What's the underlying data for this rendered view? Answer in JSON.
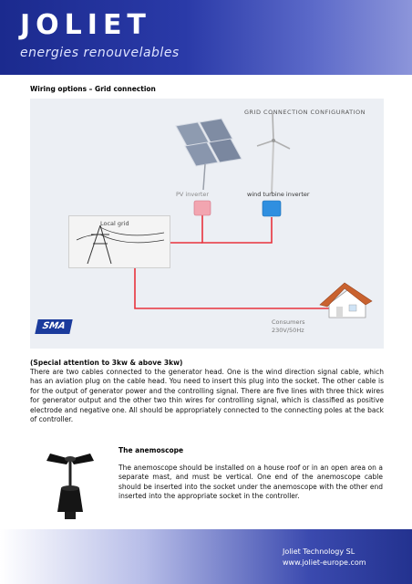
{
  "header": {
    "logo_text": "JOLIET",
    "logo_subtitle": "energies renouvelables"
  },
  "section": {
    "title": "Wiring options – Grid connection"
  },
  "diagram": {
    "title": "GRID CONNECTION CONFIGURATION",
    "pv_inverter": "PV inverter",
    "wind_inverter": "wind turbine inverter",
    "local_grid": "Local grid",
    "consumers": "Consumers",
    "voltage": "230V/50Hz",
    "brand": "SMA",
    "colors": {
      "line_red": "#e8323c",
      "inverter_blue": "#2f8fe0",
      "inverter_pink": "#f2a5b0",
      "roof": "#c9622f"
    }
  },
  "special": {
    "title": "(Special attention to 3kw & above 3kw)",
    "text": "There are two cables connected to the generator head. One is the wind direction signal cable, which has an aviation plug on the cable head. You need to insert this plug into the socket. The other cable is for the output of generator power and the controlling signal. There are five lines with three thick wires for generator output and the other two thin wires for controlling signal, which is classified as positive electrode and negative one. All should be appropriately connected to the connecting poles at the back of controller."
  },
  "anemoscope": {
    "title": "The anemoscope",
    "text": "The anemoscope should be installed on a house roof or in an open area on a separate mast, and must be vertical. One end of the anemoscope cable should be inserted into the socket under the anemoscope with the other end inserted into the appropriate socket in the controller."
  },
  "footer": {
    "company": "Joliet Technology SL",
    "website": "www.joliet-europe.com"
  }
}
